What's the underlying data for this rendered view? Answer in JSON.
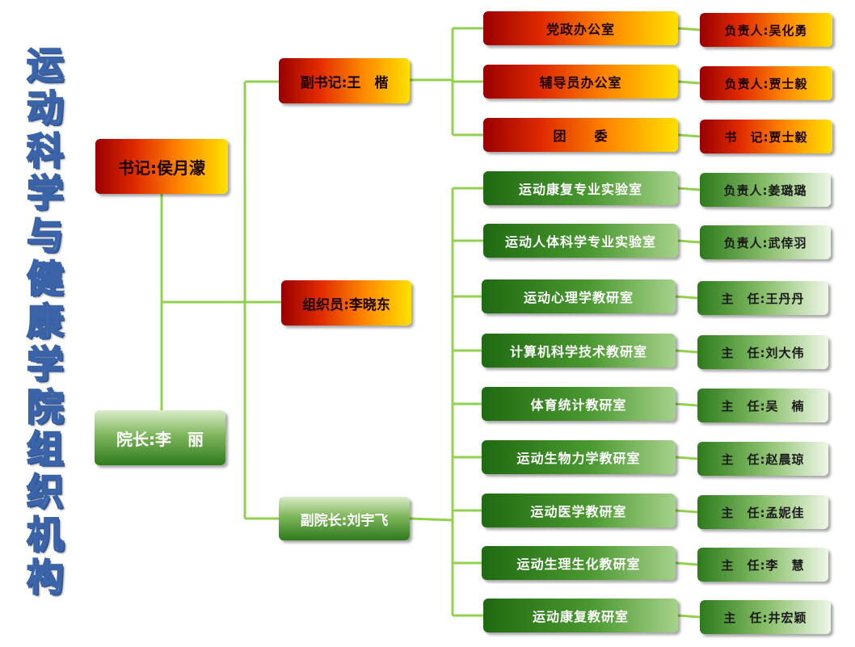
{
  "title_chars": [
    "运",
    "动",
    "科",
    "学",
    "与",
    "健",
    "康",
    "学",
    "院",
    "组",
    "织",
    "机",
    "构"
  ],
  "secretary": "书记:侯月濛",
  "dean": "院长:李　丽",
  "deputy_secretary": "副书记:王　楷",
  "organizer": "组织员:李晓东",
  "vice_dean": "副院长:刘宇飞",
  "party_units": [
    {
      "name": "党政办公室",
      "head": "负责人:吴化勇"
    },
    {
      "name": "辅导员办公室",
      "head": "负责人:贾士毅"
    },
    {
      "name": "团　　委",
      "head": "书　记:贾士毅"
    }
  ],
  "academic_units": [
    {
      "name": "运动康复专业实验室",
      "head": "负责人:姜璐璐"
    },
    {
      "name": "运动人体科学专业实验室",
      "head": "负责人:武倖羽"
    },
    {
      "name": "运动心理学教研室",
      "head": "主　任:王丹丹"
    },
    {
      "name": "计算机科学技术教研室",
      "head": "主　任:刘大伟"
    },
    {
      "name": "体育统计教研室",
      "head": "主　任:吴　楠"
    },
    {
      "name": "运动生物力学教研室",
      "head": "主　任:赵晨琼"
    },
    {
      "name": "运动医学教研室",
      "head": "主　任:孟妮佳"
    },
    {
      "name": "运动生理生化教研室",
      "head": "主　任:李　慧"
    },
    {
      "name": "运动康复教研室",
      "head": "主　任:井宏颖"
    }
  ],
  "colors": {
    "line": "#92d050",
    "title_fill": "#dfeaf8",
    "title_stroke": "#3a63a8"
  }
}
